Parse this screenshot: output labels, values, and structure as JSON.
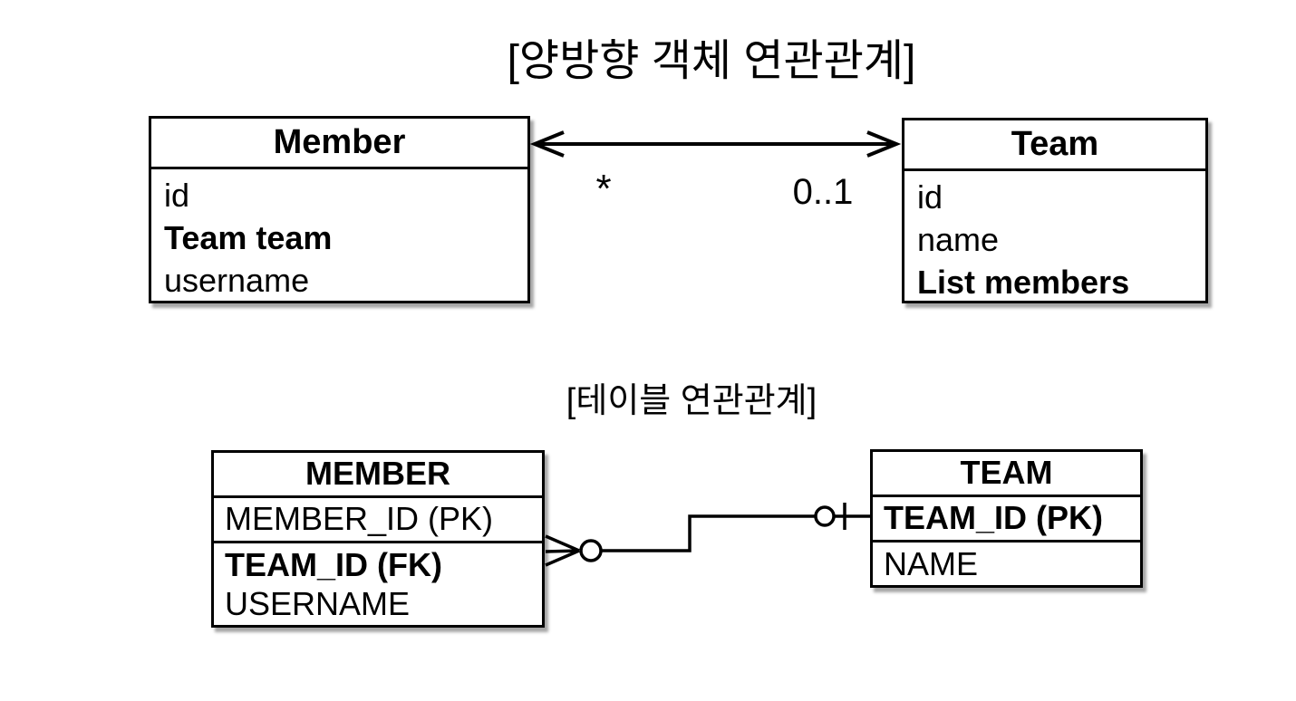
{
  "object_section": {
    "title": "[양방향 객체 연관관계]",
    "member": {
      "name": "Member",
      "fields": [
        "id",
        "Team team",
        "username"
      ]
    },
    "team": {
      "name": "Team",
      "fields": [
        "id",
        "name",
        "List members"
      ]
    },
    "association": {
      "style": "double-headed-arrow",
      "left_multiplicity": "*",
      "right_multiplicity": "0..1"
    }
  },
  "table_section": {
    "title": "[테이블 연관관계]",
    "member": {
      "name": "MEMBER",
      "pk_row": "MEMBER_ID (PK)",
      "fields": [
        "TEAM_ID (FK)",
        "USERNAME"
      ]
    },
    "team": {
      "name": "TEAM",
      "pk_row": "TEAM_ID (PK)",
      "fields": [
        "NAME"
      ]
    },
    "relationship": {
      "member_end_notation": "zero-or-many (crows-foot with circle)",
      "team_end_notation": "zero-or-one (circle with bar)"
    }
  },
  "colors": {
    "line": "#000000",
    "background": "#ffffff",
    "box_fill": "#ffffff"
  }
}
